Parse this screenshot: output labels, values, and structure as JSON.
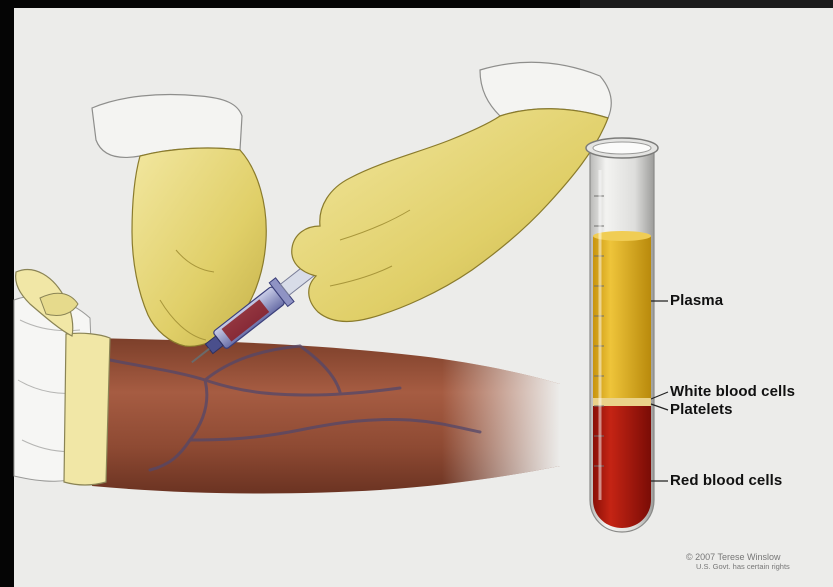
{
  "labels": {
    "plasma": "Plasma",
    "white_blood_cells": "White blood cells",
    "platelets": "Platelets",
    "red_blood_cells": "Red blood cells"
  },
  "credit": {
    "line1": "© 2007 Terese Winslow",
    "line2": "U.S. Govt. has certain rights"
  },
  "colors": {
    "plasma": "#e2b21c",
    "red_blood_cells": "#b01a10",
    "glove": "#eadc78",
    "skin": "#9a5038",
    "tourniquet": "#f1e7a6"
  }
}
